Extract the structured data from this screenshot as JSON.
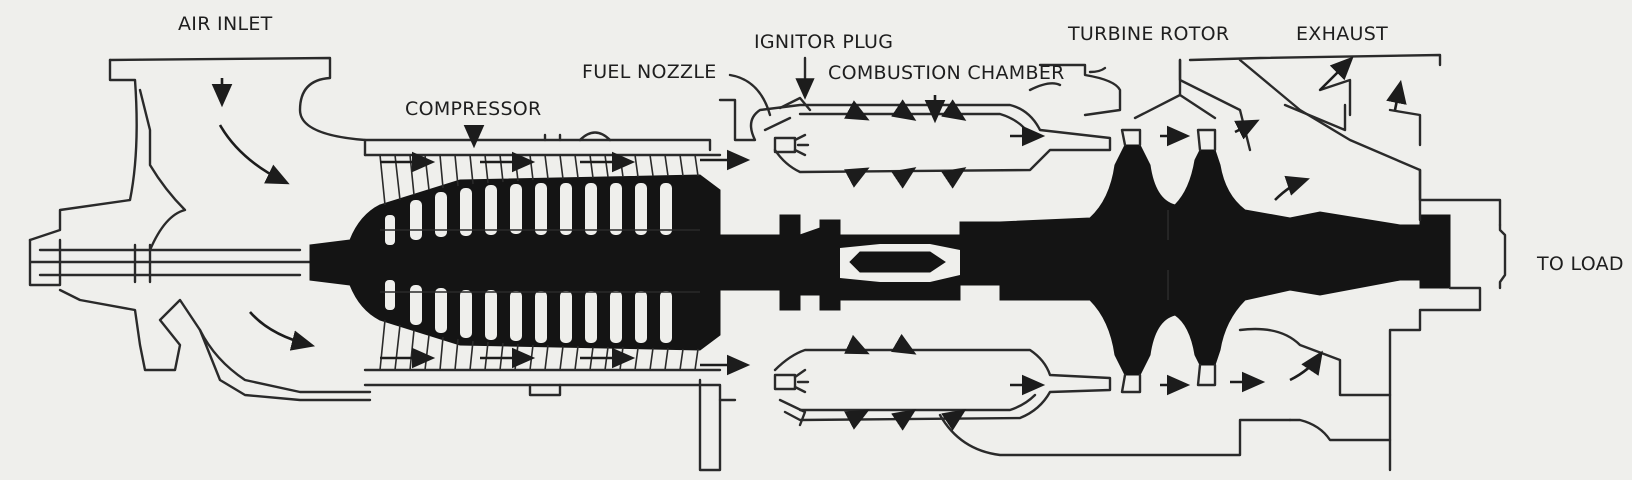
{
  "labels": {
    "air_inlet": "AIR INLET",
    "compressor": "COMPRESSOR",
    "fuel_nozzle": "FUEL NOZZLE",
    "ignitor_plug": "IGNITOR PLUG",
    "combustion_chamber": "COMBUSTION CHAMBER",
    "turbine_rotor": "TURBINE ROTOR",
    "exhaust": "EXHAUST",
    "to_load": "TO LOAD"
  },
  "colors": {
    "background": "#efefec",
    "ink": "#141414"
  }
}
